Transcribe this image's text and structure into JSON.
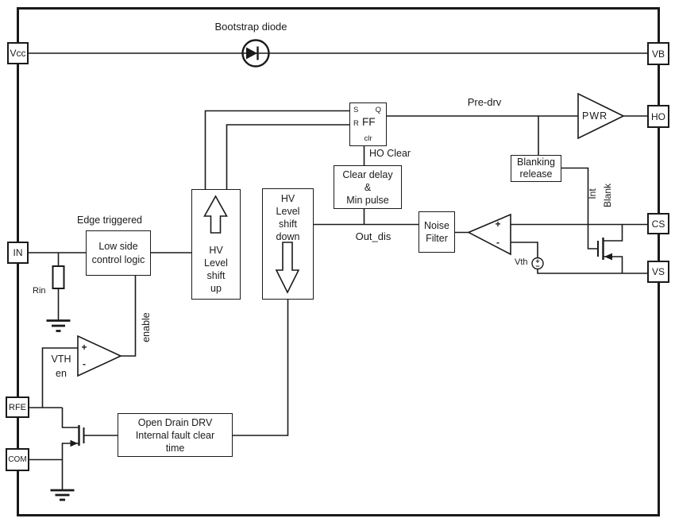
{
  "colors": {
    "ink": "#1a1a1a",
    "bg": "#ffffff"
  },
  "pins": {
    "vcc": "Vcc",
    "vb": "VB",
    "in": "IN",
    "rfe": "RFE",
    "com": "COM",
    "ho": "HO",
    "cs": "CS",
    "vs": "VS"
  },
  "labels": {
    "bootstrap_diode": "Bootstrap diode",
    "pre_drv": "Pre-drv",
    "ho_clear": "HO Clear",
    "out_dis": "Out_dis",
    "edge_triggered": "Edge triggered",
    "rin": "Rin",
    "vth": "Vth",
    "vth_en_1": "VTH",
    "vth_en_2": "en",
    "enable": "enable",
    "int": "Int",
    "blank": "Blank",
    "pwr": "PWR",
    "plus": "+",
    "minus": "-"
  },
  "blocks": {
    "ff": {
      "s": "S",
      "q": "Q",
      "r": "R",
      "label": "FF",
      "clr": "clr"
    },
    "clear_delay": {
      "l1": "Clear delay",
      "l2": "&",
      "l3": "Min pulse"
    },
    "blanking_release": {
      "l1": "Blanking",
      "l2": "release"
    },
    "noise_filter": {
      "l1": "Noise",
      "l2": "Filter"
    },
    "low_side_logic": {
      "l1": "Low side",
      "l2": "control logic"
    },
    "hv_shift_up": {
      "l1": "HV",
      "l2": "Level",
      "l3": "shift",
      "l4": "up"
    },
    "hv_shift_down": {
      "l1": "HV",
      "l2": "Level",
      "l3": "shift",
      "l4": "down"
    },
    "open_drain": {
      "l1": "Open Drain DRV",
      "l2": "Internal fault clear",
      "l3": "time"
    }
  }
}
